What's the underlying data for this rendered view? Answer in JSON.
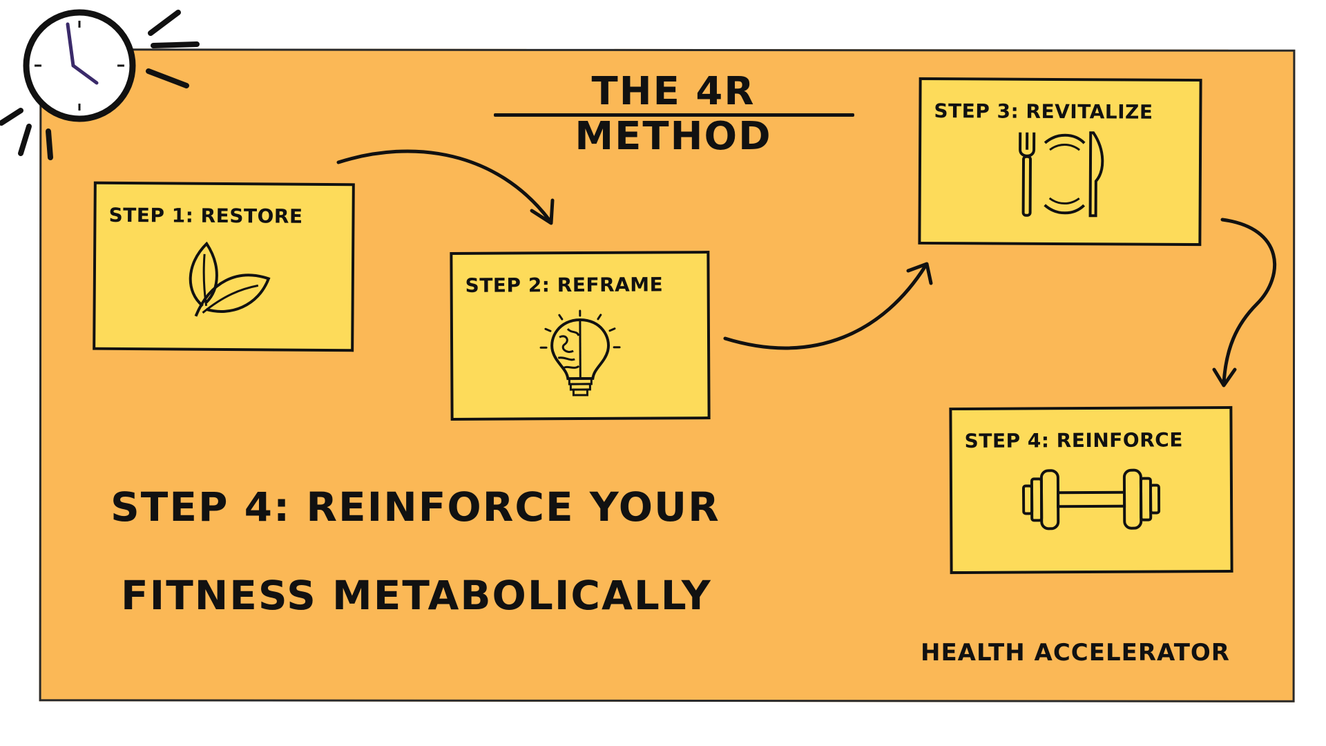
{
  "title": "THE 4R METHOD",
  "steps": [
    {
      "label": "STEP 1: RESTORE",
      "icon": "leaves-icon"
    },
    {
      "label": "STEP 2: REFRAME",
      "icon": "brain-lightbulb-icon"
    },
    {
      "label": "STEP 3: REVITALIZE",
      "icon": "fork-plate-knife-icon"
    },
    {
      "label": "STEP 4: REINFORCE",
      "icon": "dumbbell-icon"
    }
  ],
  "headline": {
    "line1": "STEP 4: REINFORCE YOUR",
    "line2": "FITNESS METABOLICALLY"
  },
  "brand": "HEALTH ACCELERATOR",
  "colors": {
    "board": "#FBB856",
    "card": "#FDDB5A",
    "ink": "#111111",
    "clock_hands": "#3a2a6a"
  }
}
